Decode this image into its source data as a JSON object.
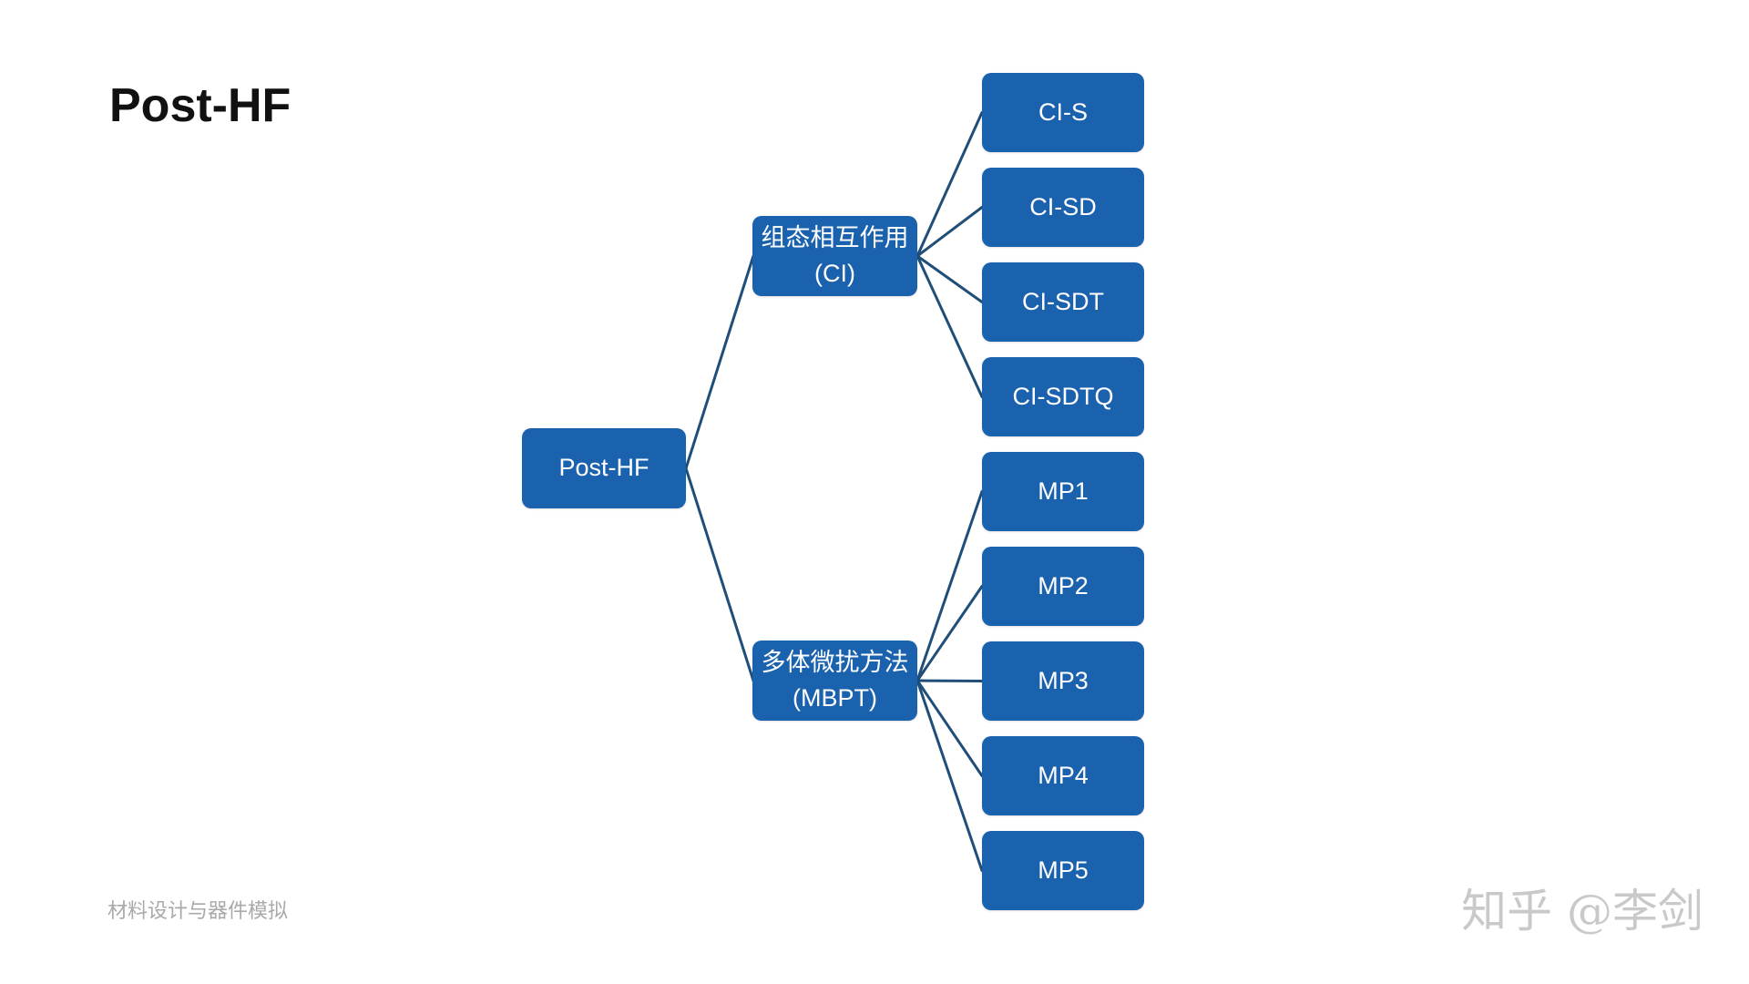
{
  "slide": {
    "title": "Post-HF",
    "footer_left": "材料设计与器件模拟",
    "watermark": "知乎 @李剑"
  },
  "colors": {
    "background": "#FFFFFF",
    "node_fill": "#1B62AE",
    "node_text": "#FFFFFF",
    "connector": "#1F4E79",
    "title_text": "#111111",
    "footer_text": "#A9A9A9",
    "watermark_text": "#C9C9C9"
  },
  "chart_data": {
    "type": "tree",
    "orientation": "horizontal-left-to-right",
    "root": {
      "label": "Post-HF"
    },
    "branches": [
      {
        "name": "组态相互作用",
        "abbr": "(CI)",
        "children": [
          "CI-S",
          "CI-SD",
          "CI-SDT",
          "CI-SDTQ"
        ]
      },
      {
        "name": "多体微扰方法",
        "abbr": "(MBPT)",
        "children": [
          "MP1",
          "MP2",
          "MP3",
          "MP4",
          "MP5"
        ]
      }
    ]
  }
}
